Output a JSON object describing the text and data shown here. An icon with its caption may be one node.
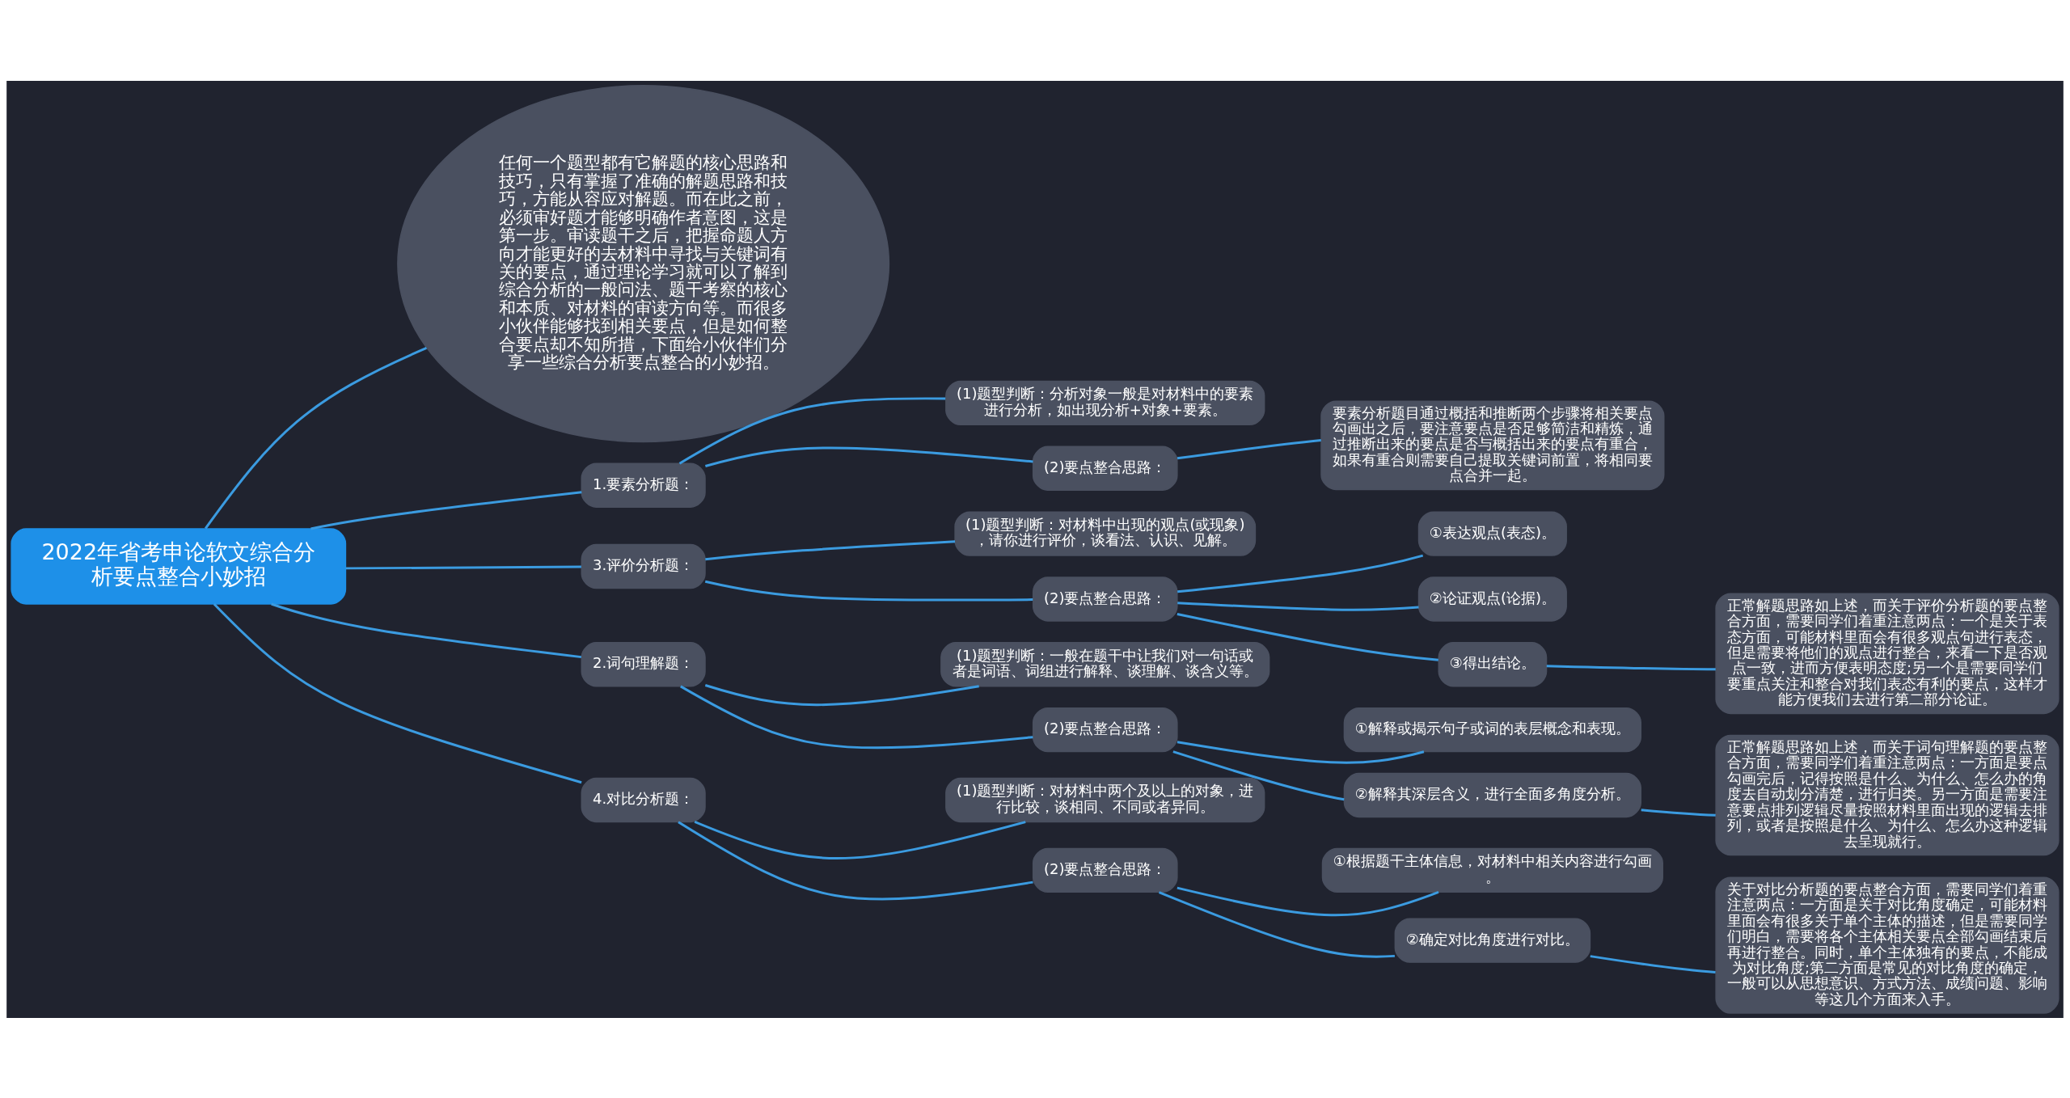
{
  "diagram": {
    "nodes": [
      {
        "text": [
          "2022年省考申论软文综合分析要点整合小妙招"
        ]
      },
      {
        "text": [
          "任何一个题型都有它解题的核心思路和技巧，只有掌握了准确的解题思路和技巧，方能从容应对解题。而在此之前，必须审好题才能够明确作者意图，这是第一步。审读题干之后，把握命题人方向才能更好的去材料中寻找与关键词有关的要点，通过理论学习就可以了解到综合分析的一般问法、题干考察的核心和本质、对材料的审读方向等。而很多小伙伴能够找到相关要点，但是如何整合要点却不知所措，下面给小伙伴们分享一些综合分析要点整合的小妙招。"
        ]
      },
      {
        "text": [
          "1.要素分析题："
        ]
      },
      {
        "text": [
          "(1)题型判断：分析对象一般是对材料中的要素进行分析，如出现分析+对象+要素。"
        ]
      },
      {
        "text": [
          "(2)要点整合思路："
        ]
      },
      {
        "text": [
          "要素分析题目通过概括和推断两个步骤将相关要点勾画出之后，要注意要点是否足够简洁和精炼，通过推断出来的要点是否与概括出来的要点有重合，如果有重合则需要自己提取关键词前置，将相同要点合并一起。"
        ]
      },
      {
        "text": [
          "3.评价分析题："
        ]
      },
      {
        "text": [
          "(1)题型判断：对材料中出现的观点(或现象)，请你进行评价，谈看法、认识、见解。"
        ]
      },
      {
        "text": [
          "(2)要点整合思路："
        ]
      },
      {
        "text": [
          "①表达观点(表态)。"
        ]
      },
      {
        "text": [
          "②论证观点(论据)。"
        ]
      },
      {
        "text": [
          "③得出结论。"
        ]
      },
      {
        "text": [
          "正常解题思路如上述，而关于评价分析题的要点整合方面，需要同学们着重注意两点：一个是关于表态方面，可能材料里面会有很多观点句进行表态，但是需要将他们的观点进行整合，来看一下是否观点一致，进而方便表明态度;另一个是需要同学们要重点关注和整合对我们表态有利的要点，这样才能方便我们去进行第二部分论证。"
        ]
      },
      {
        "text": [
          "2.词句理解题："
        ]
      },
      {
        "text": [
          "(1)题型判断：一般在题干中让我们对一句话或者是词语、词组进行解释、谈理解、谈含义等。"
        ]
      },
      {
        "text": [
          "(2)要点整合思路："
        ]
      },
      {
        "text": [
          "①解释或揭示句子或词的表层概念和表现。"
        ]
      },
      {
        "text": [
          "②解释其深层含义，进行全面多角度分析。"
        ]
      },
      {
        "text": [
          "正常解题思路如上述，而关于词句理解题的要点整合方面，需要同学们着重注意两点：一方面是要点勾画完后，记得按照是什么、为什么、怎么办的角度去自动划分清楚，进行归类。另一方面是需要注意要点排列逻辑尽量按照材料里面出现的逻辑去排列，或者是按照是什么、为什么、怎么办这种逻辑去呈现就行。"
        ]
      },
      {
        "text": [
          "4.对比分析题："
        ]
      },
      {
        "text": [
          "(1)题型判断：对材料中两个及以上的对象，进行比较，谈相同、不同或者异同。"
        ]
      },
      {
        "text": [
          "(2)要点整合思路："
        ]
      },
      {
        "text": [
          "①根据题干主体信息，对材料中相关内容进行勾画。"
        ]
      },
      {
        "text": [
          "②确定对比角度进行对比。"
        ]
      },
      {
        "text": [
          "关于对比分析题的要点整合方面，需要同学们着重注意两点：一方面是关于对比角度确定，可能材料里面会有很多关于单个主体的描述，但是需要同学们明白，需要将各个主体相关要点全部勾画结束后再进行整合。同时，单个主体独有的要点，不能成为对比角度;第二方面是常见的对比角度的确定，一般可以从思想意识、方式方法、成绩问题、影响等这几个方面来入手。"
        ]
      }
    ],
    "edges": [
      {
        "from": 0,
        "to": 1,
        "arrow": "none"
      },
      {
        "from": 0,
        "to": 2,
        "arrow": "none"
      },
      {
        "from": 2,
        "to": 3,
        "arrow": "none"
      },
      {
        "from": 2,
        "to": 4,
        "arrow": "none"
      },
      {
        "from": 4,
        "to": 5,
        "arrow": "none"
      },
      {
        "from": 0,
        "to": 6,
        "arrow": "none"
      },
      {
        "from": 6,
        "to": 7,
        "arrow": "none"
      },
      {
        "from": 6,
        "to": 8,
        "arrow": "none"
      },
      {
        "from": 8,
        "to": 9,
        "arrow": "none"
      },
      {
        "from": 8,
        "to": 10,
        "arrow": "none"
      },
      {
        "from": 8,
        "to": 11,
        "arrow": "none"
      },
      {
        "from": 11,
        "to": 12,
        "arrow": "none"
      },
      {
        "from": 0,
        "to": 13,
        "arrow": "none"
      },
      {
        "from": 13,
        "to": 14,
        "arrow": "none"
      },
      {
        "from": 13,
        "to": 15,
        "arrow": "none"
      },
      {
        "from": 15,
        "to": 16,
        "arrow": "none"
      },
      {
        "from": 15,
        "to": 17,
        "arrow": "none"
      },
      {
        "from": 17,
        "to": 18,
        "arrow": "none"
      },
      {
        "from": 0,
        "to": 19,
        "arrow": "none"
      },
      {
        "from": 19,
        "to": 20,
        "arrow": "none"
      },
      {
        "from": 19,
        "to": 21,
        "arrow": "none"
      },
      {
        "from": 21,
        "to": 22,
        "arrow": "none"
      },
      {
        "from": 21,
        "to": 23,
        "arrow": "none"
      },
      {
        "from": 23,
        "to": 24,
        "arrow": "none"
      }
    ]
  }
}
